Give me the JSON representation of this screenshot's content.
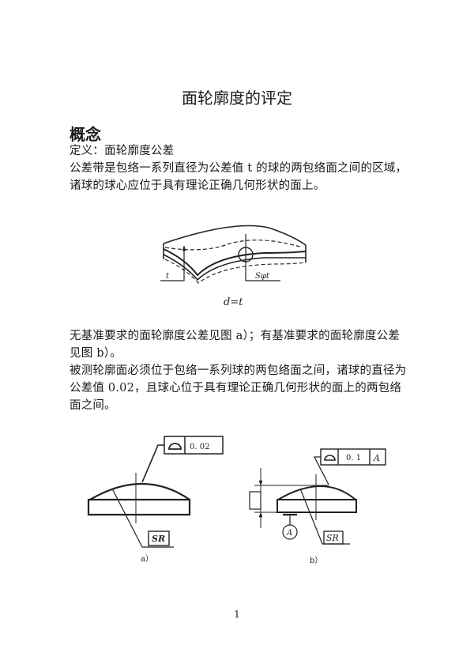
{
  "document": {
    "title": "面轮廓度的评定",
    "section_heading": "概念",
    "paragraphs": {
      "definition": "定义：面轮廓度公差",
      "tolerance_zone": "公差带是包络一系列直径为公差值 t 的球的两包络面之间的区域，诸球的球心应位于具有理论正确几何形状的面上。",
      "figure_reference": "无基准要求的面轮廓度公差见图 a）；有基准要求的面轮廓度公差见图 b）。",
      "measurement": "被测轮廓面必须位于包络一系列球的两包络面之间，诸球的直径为公差值 0.02，且球心位于具有理论正确几何形状的面上的两包络面之间。"
    },
    "figure_zone": {
      "label_t": "t",
      "label_sphere": "Sφt",
      "caption": "d=t"
    },
    "figure_a": {
      "tolerance_value": "0. 02",
      "symbol": "surface-profile-symbol",
      "radius_label": "SR",
      "caption": "a）"
    },
    "figure_b": {
      "tolerance_value": "0. 1",
      "datum_ref": "A",
      "datum_label": "A",
      "symbol": "surface-profile-symbol",
      "radius_label": "SR",
      "caption": "b）"
    },
    "page_number": "1"
  }
}
